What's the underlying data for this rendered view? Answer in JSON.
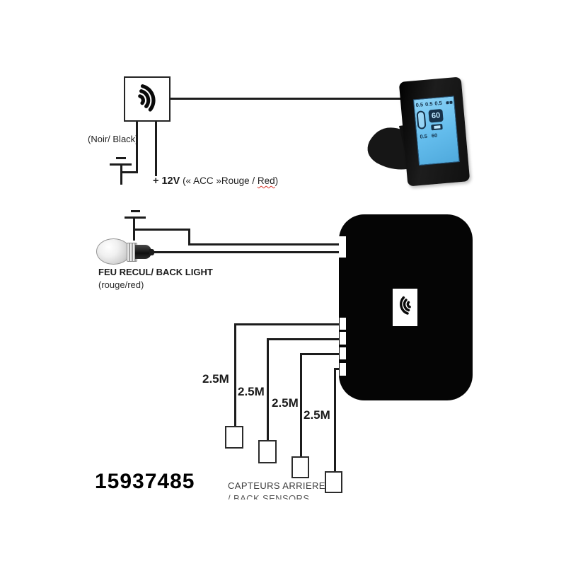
{
  "part_number": "15937485",
  "wiring": {
    "noir_black_label": "(Noir/ Black)",
    "power_label_bold": "+ 12V",
    "power_label_pre": "(« ACC »Rouge / ",
    "power_label_red_word": "Red",
    "power_label_close": ")",
    "back_light_label": "FEU RECUL/ BACK LIGHT",
    "back_light_sub": "(rouge/red)"
  },
  "sensors": {
    "cable_labels": [
      "2.5M",
      "2.5M",
      "2.5M",
      "2.5M"
    ],
    "caption_line1": "CAPTEURS ARRIERE",
    "caption_line2": "/ BACK SENSORS"
  },
  "display": {
    "readings_top": [
      "0.5",
      "0.5",
      "0.5"
    ],
    "speed_value": "60",
    "reading_bottom_left": "0.5",
    "reading_bottom_right": "60"
  },
  "colors": {
    "wire": "#1c1c1c",
    "control_box": "#050505",
    "screen_blue": "#63bcec",
    "spellcheck_red": "#d93025"
  }
}
